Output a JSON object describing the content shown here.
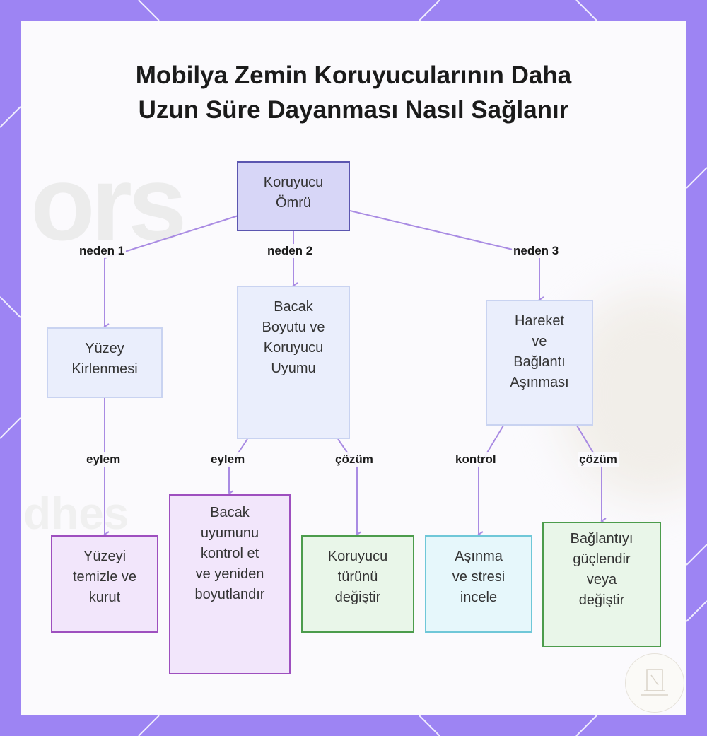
{
  "title": {
    "line1": "Mobilya Zemin Koruyucularının Daha",
    "line2": "Uzun Süre Dayanması Nasıl Sağlanır"
  },
  "background_text": {
    "word1": "ors",
    "word2": "dhes"
  },
  "nodes": {
    "root": [
      "Koruyucu",
      "Ömrü"
    ],
    "cause1": [
      "Yüzey",
      "Kirlenmesi"
    ],
    "cause2": [
      "Bacak",
      "Boyutu ve",
      "Koruyucu",
      "Uyumu"
    ],
    "cause3": [
      "Hareket",
      "ve",
      "Bağlantı",
      "Aşınması"
    ],
    "action1": [
      "Yüzeyi",
      "temizle ve",
      "kurut"
    ],
    "action2": [
      "Bacak",
      "uyumunu",
      "kontrol et",
      "ve yeniden",
      "boyutlandır"
    ],
    "solution2": [
      "Koruyucu",
      "türünü",
      "değiştir"
    ],
    "control3": [
      "Aşınma",
      "ve stresi",
      "incele"
    ],
    "solution3": [
      "Bağlantıyı",
      "güçlendir",
      "veya",
      "değiştir"
    ]
  },
  "edge_labels": {
    "cause1": "neden 1",
    "cause2": "neden 2",
    "cause3": "neden 3",
    "action1": "eylem",
    "action2": "eylem",
    "solution2": "çözüm",
    "control3": "kontrol",
    "solution3": "çözüm"
  },
  "colors": {
    "frame": "#9d84f3",
    "edge": "#a98be3",
    "root_fill": "#d7d6f7",
    "action_border": "#9e4fbf",
    "solution_border": "#4c9c4c",
    "control_border": "#6fc7d8"
  }
}
